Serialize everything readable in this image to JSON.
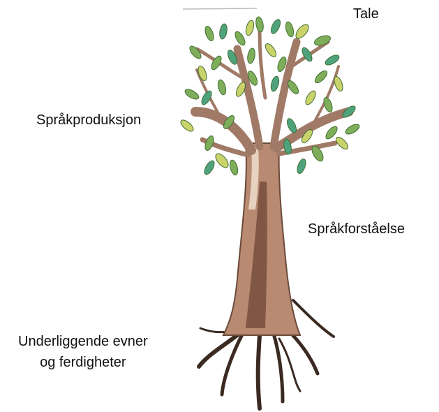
{
  "labels": {
    "top": "Tale",
    "left_upper": "Språkproduksjon",
    "right_middle": "Språkforståelse",
    "bottom_line1": "Underliggende evner",
    "bottom_line2": "og ferdigheter"
  },
  "colors": {
    "trunk": "#b98a72",
    "trunk_dark": "#5a3a2c",
    "branch": "#a07a66",
    "leaf_green": "#7fae5a",
    "leaf_dark": "#3f6e34",
    "leaf_yellow": "#c9d36a",
    "leaf_teal": "#4fa37c"
  }
}
